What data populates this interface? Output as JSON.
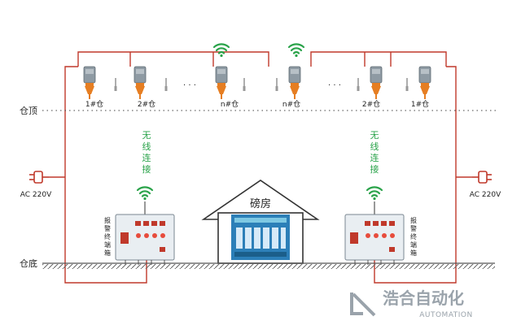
{
  "labels": {
    "roof": "仓顶",
    "floor": "仓底",
    "wireless_lines": [
      "无",
      "线",
      "连",
      "接"
    ],
    "power_left": "AC 220V",
    "power_right": "AC 220V",
    "weighroom": "磅房",
    "alarm_box_lines": [
      "报",
      "警",
      "终",
      "端",
      "箱"
    ],
    "dots": "· · ·"
  },
  "silos_left": [
    "1#仓",
    "2#仓",
    "n#仓"
  ],
  "silos_right": [
    "n#仓",
    "2#仓",
    "1#仓"
  ],
  "brand": {
    "name": "浩合自动化",
    "sub": "AUTOMATION"
  },
  "colors": {
    "wire": "#c0392b",
    "sensor_body": "#7f8c8d",
    "sensor_accent": "#e67e22",
    "wifi": "#2aa34a",
    "ground": "#555555",
    "brand": "#9aa3ab"
  }
}
